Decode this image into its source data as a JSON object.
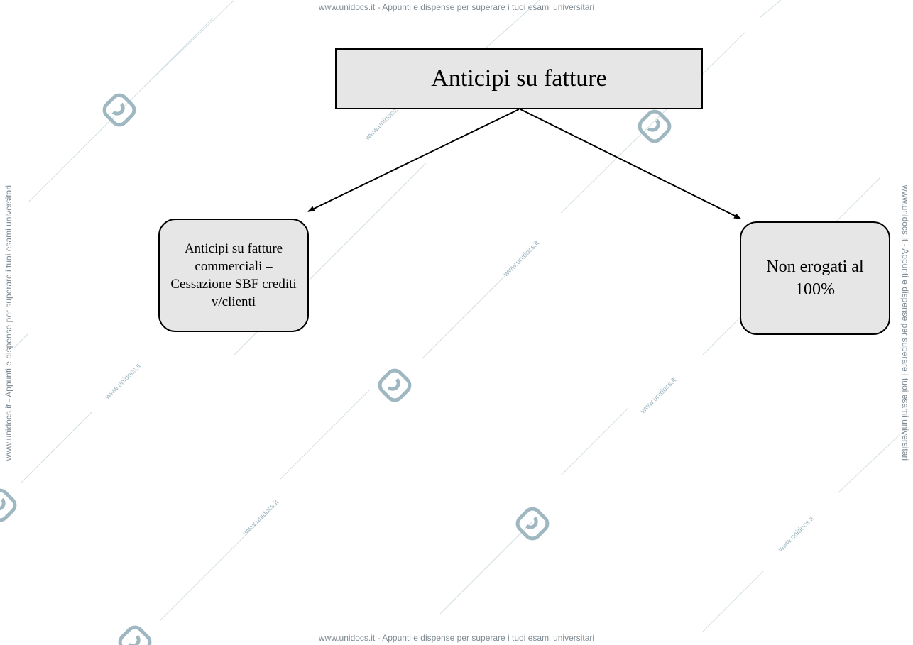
{
  "watermark": {
    "banner_text": "www.unidocs.it - Appunti e dispense per superare i tuoi esami universitari",
    "logo_icon": "unidocs-logo-icon",
    "tile_text": "www.unidocs.it",
    "color": "#7f8a92"
  },
  "diagram": {
    "root": {
      "label": "Anticipi su fatture",
      "fill": "#e6e6e6"
    },
    "children": [
      {
        "label": "Anticipi su fatture commerciali – Cessazione SBF crediti v/clienti",
        "fill": "#e6e6e6"
      },
      {
        "label": "Non erogati al 100%",
        "fill": "#e6e6e6"
      }
    ],
    "edge_color": "#000000"
  }
}
